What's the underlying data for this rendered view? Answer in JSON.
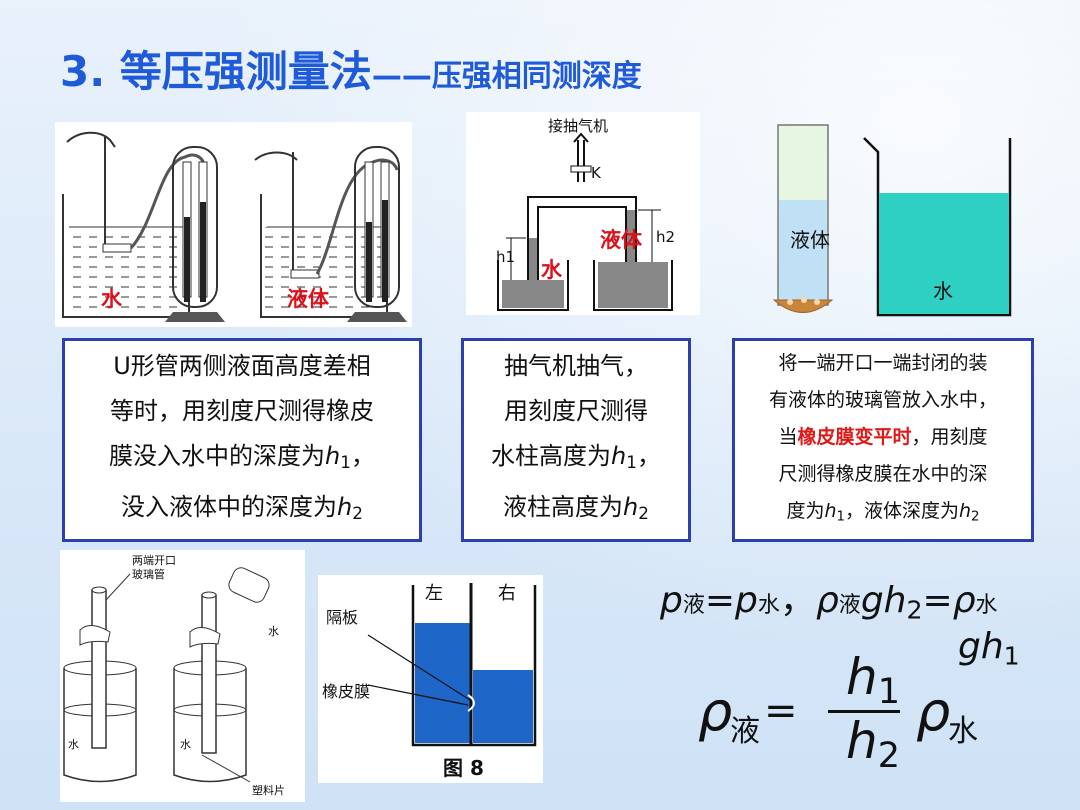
{
  "title": {
    "main": "3. 等压强测量法",
    "dash": "——",
    "sub": "压强相同测深度"
  },
  "fig1": {
    "label_water": "水",
    "label_liquid": "液体"
  },
  "fig2": {
    "pump": "接抽气机",
    "valve": "K",
    "water": "水",
    "liquid": "液体",
    "h1": "h1",
    "h2": "h2"
  },
  "fig3": {
    "liquid": "液体",
    "water": "水"
  },
  "box1": {
    "l1": "U形管两侧液面高度差相",
    "l2": "等时，用刻度尺测得橡皮",
    "l3a": "膜没入水中的深度为",
    "l3b": "h",
    "l3c": "1",
    "l3d": "，",
    "l4a": "没入液体中的深度为",
    "l4b": "h",
    "l4c": "2"
  },
  "box2": {
    "l1": "抽气机抽气，",
    "l2": "用刻度尺测得",
    "l3a": "水柱高度为",
    "l3b": "h",
    "l3c": "1",
    "l3d": "，",
    "l4a": "液柱高度为",
    "l4b": "h",
    "l4c": "2"
  },
  "box3": {
    "l1": "将一端开口一端封闭的装",
    "l2": "有液体的玻璃管放入水中，",
    "l3a": "当",
    "l3b": "橡皮膜变平时",
    "l3c": "，用刻度",
    "l4": "尺测得橡皮膜在水中的深",
    "l5a": "度为",
    "l5b": "h",
    "l5c": "1",
    "l5d": "，液体深度为",
    "l5e": "h",
    "l5f": "2"
  },
  "fig4": {
    "tube_label1": "两端开口",
    "tube_label2": "玻璃管",
    "water_pour": "水",
    "water1": "水",
    "water2": "水",
    "plastic": "塑料片"
  },
  "fig5": {
    "left": "左",
    "right": "右",
    "partition": "隔板",
    "membrane": "橡皮膜",
    "caption": "图 8"
  },
  "formula1": {
    "p": "p",
    "liq": "液",
    "eq": "=",
    "p2": "p",
    "water": "水",
    "comma": "，",
    "rho": "ρ",
    "liq2": "液",
    "g": "gh",
    "two": "2",
    "eq2": "=",
    "rho2": "ρ",
    "water2": "水",
    "g2": "gh",
    "one": "1"
  },
  "formula2": {
    "rho": "ρ",
    "liq": "液",
    "eq": "=",
    "num": "h",
    "num_sub": "1",
    "den": "h",
    "den_sub": "2",
    "rho2": "ρ",
    "water": "水"
  },
  "colors": {
    "title": "#1f5bd8",
    "box_border": "#2b3fb0",
    "highlight": "#e01818",
    "water_fill": "#1f66c9",
    "beaker_fill": "#2fd0c4"
  }
}
